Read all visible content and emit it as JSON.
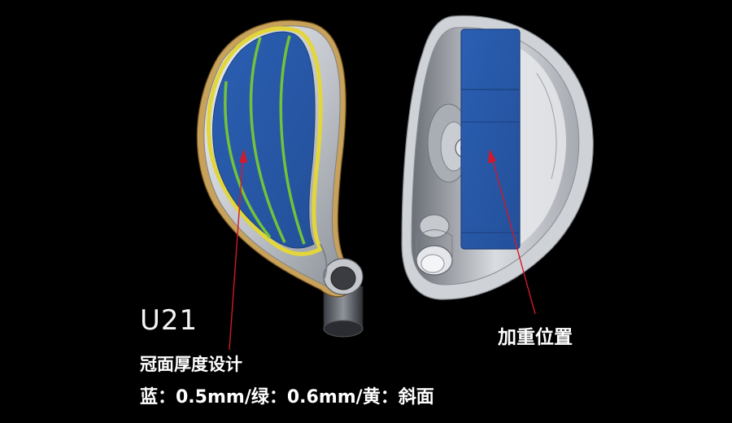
{
  "model": "U21",
  "crown_caption": "冠面厚度设计",
  "thickness_caption": "蓝：0.5mm/绿：0.6mm/黄：斜面",
  "weight_caption": "加重位置",
  "colors": {
    "background": "#000000",
    "blue_zone": "#2f5aa8",
    "green_zone": "#74c23a",
    "yellow_zone": "#e2d63a",
    "arrow": "#d3182a",
    "text": "#ffffff"
  }
}
